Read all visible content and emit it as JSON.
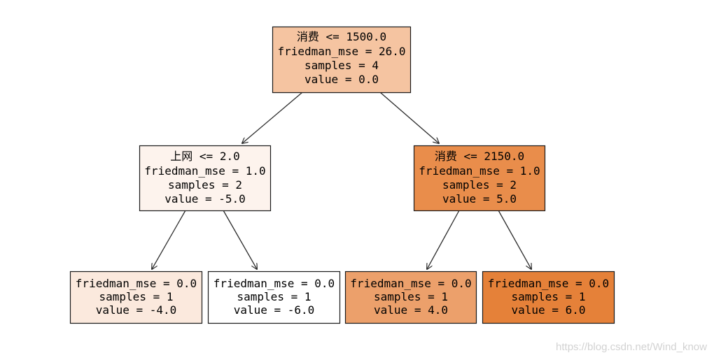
{
  "tree": {
    "nodes": [
      {
        "id": "root",
        "lines": [
          "消费 <= 1500.0",
          "friedman_mse = 26.0",
          "samples = 4",
          "value = 0.0"
        ],
        "fill": "#f5c4a1"
      },
      {
        "id": "left",
        "lines": [
          "上网 <= 2.0",
          "friedman_mse = 1.0",
          "samples = 2",
          "value = -5.0"
        ],
        "fill": "#fdf3ed"
      },
      {
        "id": "right",
        "lines": [
          "消费 <= 2150.0",
          "friedman_mse = 1.0",
          "samples = 2",
          "value = 5.0"
        ],
        "fill": "#e98d4b"
      },
      {
        "id": "leaf-1",
        "lines": [
          "friedman_mse = 0.0",
          "samples = 1",
          "value = -4.0"
        ],
        "fill": "#fbe9dd"
      },
      {
        "id": "leaf-2",
        "lines": [
          "friedman_mse = 0.0",
          "samples = 1",
          "value = -6.0"
        ],
        "fill": "#ffffff"
      },
      {
        "id": "leaf-3",
        "lines": [
          "friedman_mse = 0.0",
          "samples = 1",
          "value = 4.0"
        ],
        "fill": "#eca06b"
      },
      {
        "id": "leaf-4",
        "lines": [
          "friedman_mse = 0.0",
          "samples = 1",
          "value = 6.0"
        ],
        "fill": "#e58139"
      }
    ]
  },
  "watermark": "https://blog.csdn.net/Wind_know"
}
